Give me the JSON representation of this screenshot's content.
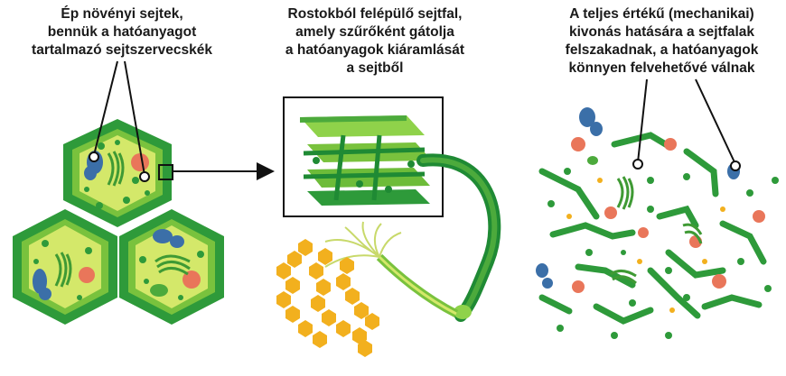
{
  "captions": {
    "left": [
      "Ép növényi sejtek,",
      "bennük a hatóanyagot",
      "tartalmazó sejtszervecskék"
    ],
    "middle": [
      "Rostokból felépülő sejtfal,",
      "amely szűrőként gátolja",
      "a hatóanyagok kiáramlását",
      "a sejtből"
    ],
    "right": [
      "A teljes értékű (mechanikai)",
      "kivonás hatására a sejtfalak",
      "felszakadnak, a hatóanyagok",
      "könnyen felvehetővé válnak"
    ]
  },
  "colors": {
    "wall_outer": "#2e9a3a",
    "wall_inner": "#79c23d",
    "cytoplasm": "#d4e86a",
    "nucleus": "#3b6fa8",
    "vacuole": "#e9765a",
    "chloroplast": "#4caa3c",
    "fiber_light": "#8fd24a",
    "fiber_dark": "#1f8a34",
    "chain": "#f2b01e",
    "text": "#1a1a1a"
  }
}
